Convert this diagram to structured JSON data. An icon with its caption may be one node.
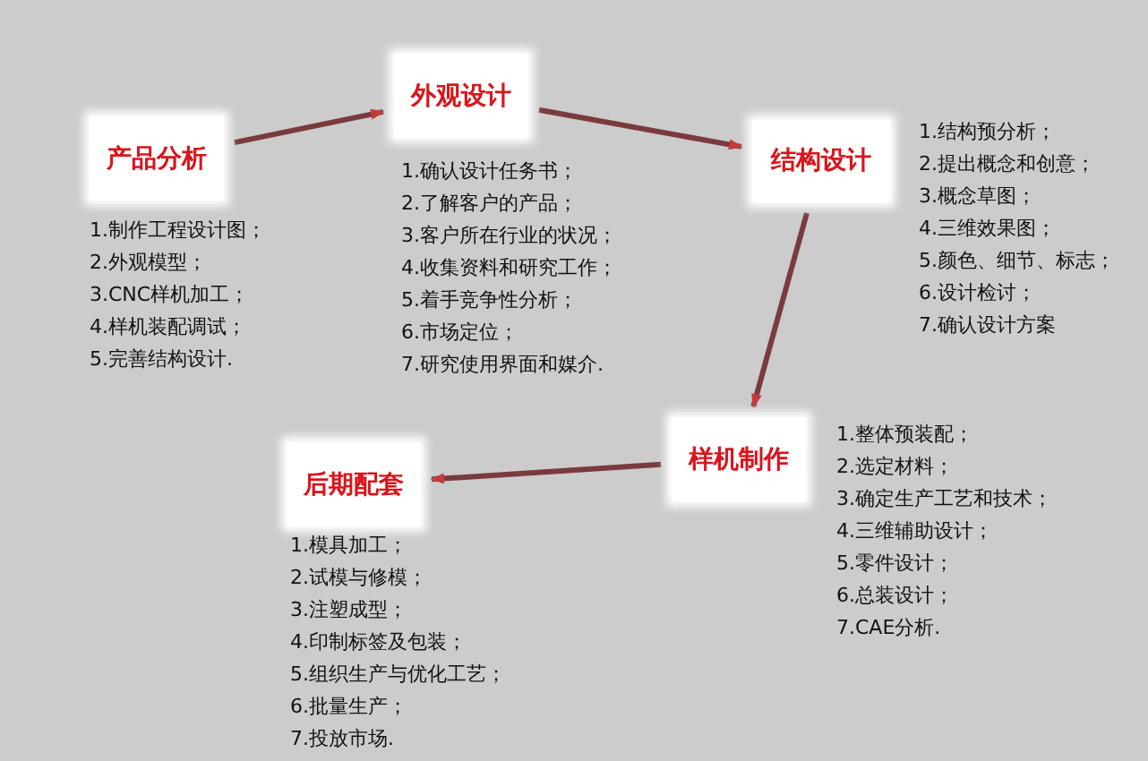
{
  "diagram": {
    "nodes": [
      {
        "text": [
          "产品分析"
        ],
        "beside": [
          "1.制作工程设计图；",
          "2.外观模型；",
          "3.CNC样机加工；",
          "4.样机装配调试；",
          "5.完善结构设计."
        ]
      },
      {
        "text": [
          "外观设计"
        ],
        "beside": [
          "1.确认设计任务书；",
          "2.了解客户的产品；",
          "3.客户所在行业的状况；",
          "4.收集资料和研究工作；",
          "5.着手竞争性分析；",
          "6.市场定位；",
          "7.研究使用界面和媒介."
        ]
      },
      {
        "text": [
          "结构设计"
        ],
        "beside": [
          "1.结构预分析；",
          "2.提出概念和创意；",
          "3.概念草图；",
          "4.三维效果图；",
          "5.颜色、细节、标志；",
          "6.设计检讨；",
          "7.确认设计方案"
        ]
      },
      {
        "text": [
          "样机制作"
        ],
        "beside": [
          "1.整体预装配；",
          "2.选定材料；",
          "3.确定生产工艺和技术；",
          "4.三维辅助设计；",
          "5.零件设计；",
          "6.总装设计；",
          "7.CAE分析."
        ]
      },
      {
        "text": [
          "后期配套"
        ],
        "beside": [
          "1.模具加工；",
          "2.试模与修模；",
          "3.注塑成型；",
          "4.印制标签及包装；",
          "5.组织生产与优化工艺；",
          "6.批量生产；",
          "7.投放市场."
        ]
      }
    ],
    "edges": [
      {
        "from": 0,
        "to": 1,
        "arrow": "to"
      },
      {
        "from": 1,
        "to": 2,
        "arrow": "to"
      },
      {
        "from": 2,
        "to": 3,
        "arrow": "to"
      },
      {
        "from": 3,
        "to": 4,
        "arrow": "to"
      }
    ]
  }
}
